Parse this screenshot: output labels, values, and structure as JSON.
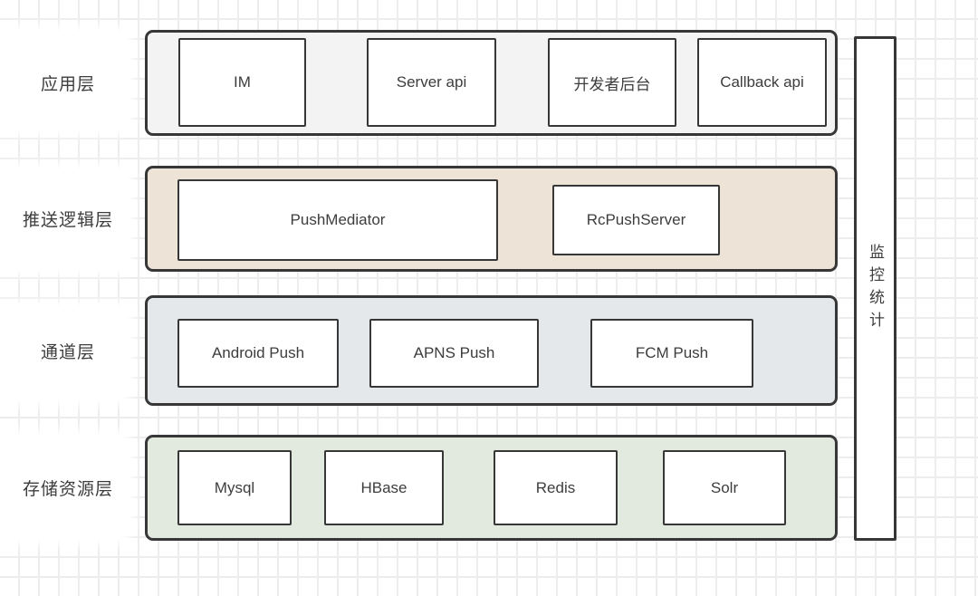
{
  "canvas": {
    "background": "#ffffff",
    "grid_color": "#ededed",
    "stroke_color": "#373737",
    "text_color": "#3d3d3d"
  },
  "layers": [
    {
      "label": "应用层",
      "fill": "#f3f3f3",
      "nodes": [
        {
          "label": "IM"
        },
        {
          "label": "Server api"
        },
        {
          "label": "开发者后台"
        },
        {
          "label": "Callback api"
        }
      ]
    },
    {
      "label": "推送逻辑层",
      "fill": "#ede3d7",
      "nodes": [
        {
          "label": "PushMediator"
        },
        {
          "label": "RcPushServer"
        }
      ]
    },
    {
      "label": "通道层",
      "fill": "#e4e8eb",
      "nodes": [
        {
          "label": "Android Push"
        },
        {
          "label": "APNS Push"
        },
        {
          "label": "FCM Push"
        }
      ]
    },
    {
      "label": "存储资源层",
      "fill": "#e2e9de",
      "nodes": [
        {
          "label": "Mysql"
        },
        {
          "label": "HBase"
        },
        {
          "label": "Redis"
        },
        {
          "label": "Solr"
        }
      ]
    }
  ],
  "side_panel": {
    "label": "监控统计"
  }
}
